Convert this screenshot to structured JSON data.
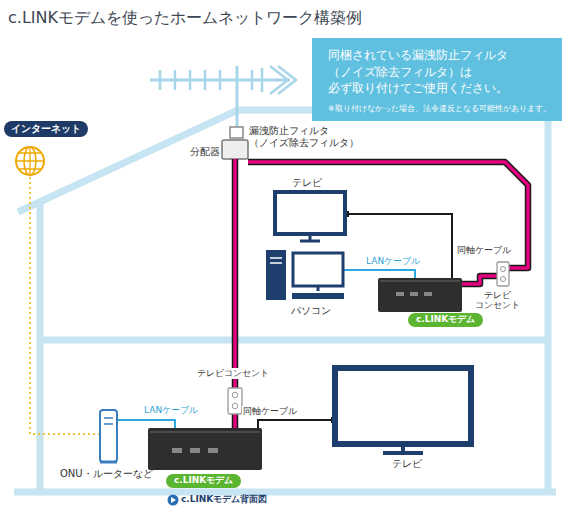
{
  "diagram": {
    "title": "c.LINKモデムを使ったホームネットワーク構築例",
    "nodes": [
      {
        "text": [
          "同梱されている漏洩防止フィルタ （ノイズ除去フィルタ）は 必ず取り付けてご使用ください。",
          "※取り付けなかった場合、法令違反となる可能性があります。"
        ]
      },
      {
        "text": [
          "インターネット"
        ]
      },
      {
        "text": [
          "c.LINKモデム"
        ]
      },
      {
        "text": [
          "c.LINKモデム"
        ]
      }
    ],
    "labels": [
      "漏洩防止フィルタ （ノイズ除去フィルタ）",
      "分配器",
      "テレビ",
      "同軸ケーブル",
      "LANケーブル",
      "パソコン",
      "テレビ コンセント",
      "テレビコンセント",
      "LANケーブル",
      "同軸ケーブル",
      "ONU・ルーターなど",
      "テレビ",
      "c.LINKモデム背面図"
    ]
  }
}
